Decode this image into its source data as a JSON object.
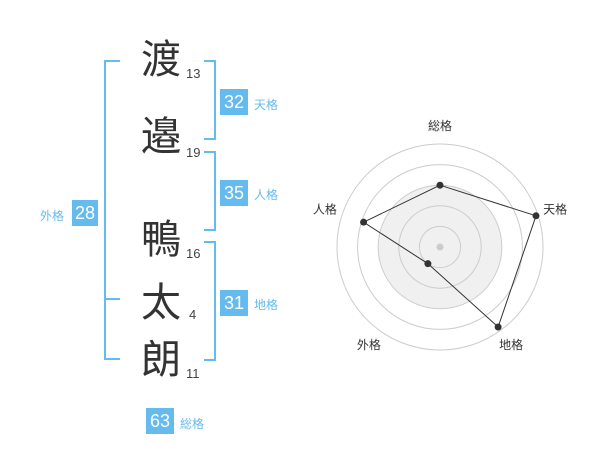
{
  "name": {
    "chars": [
      {
        "char": "渡",
        "strokes": "13"
      },
      {
        "char": "邉",
        "strokes": "19"
      },
      {
        "char": "鴨",
        "strokes": "16"
      },
      {
        "char": "太",
        "strokes": "4"
      },
      {
        "char": "朗",
        "strokes": "11"
      }
    ]
  },
  "fortune": {
    "tenkaku": {
      "value": "32",
      "label": "天格"
    },
    "jinkaku": {
      "value": "35",
      "label": "人格"
    },
    "chikaku": {
      "value": "31",
      "label": "地格"
    },
    "gaikaku": {
      "value": "28",
      "label": "外格"
    },
    "soukaku": {
      "value": "63",
      "label": "総格"
    }
  },
  "radar": {
    "axes": [
      "総格",
      "天格",
      "地格",
      "外格",
      "人格"
    ],
    "values": [
      0.6,
      0.98,
      0.96,
      0.2,
      0.78
    ],
    "rings": 5
  },
  "colors": {
    "accent": "#66bbee",
    "text": "#333333",
    "radar_fill": "#f0f0f0",
    "radar_ring": "#cccccc"
  }
}
